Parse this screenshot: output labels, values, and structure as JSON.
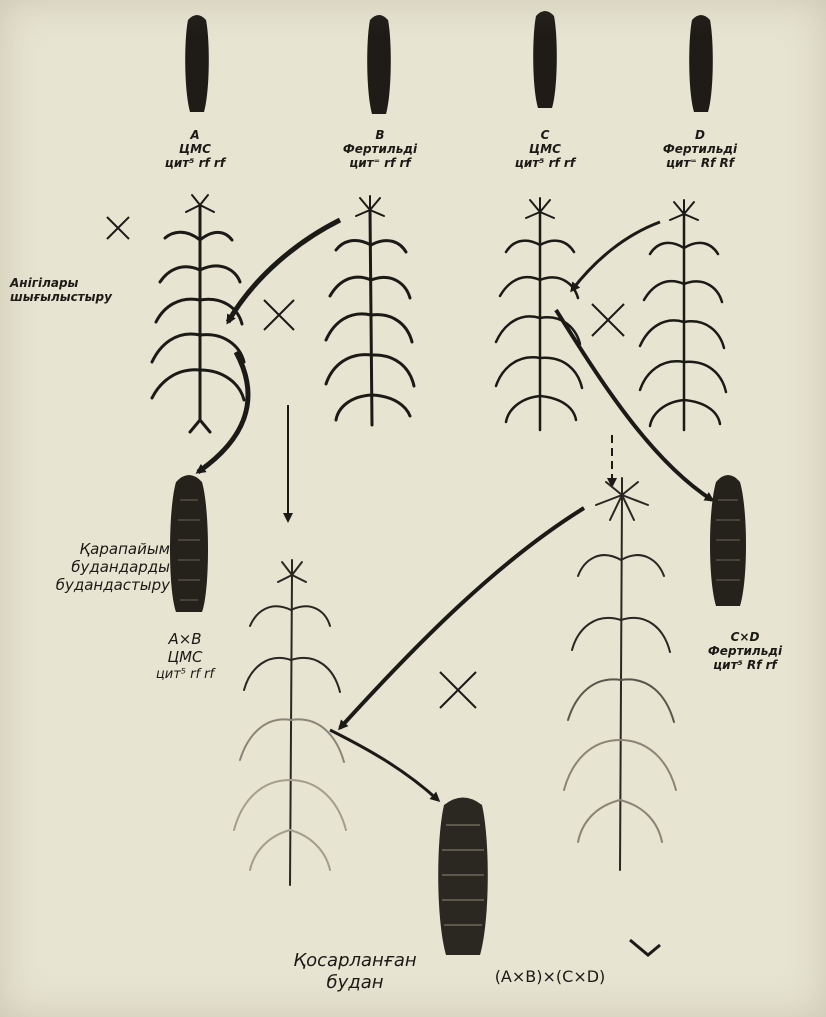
{
  "parents": [
    {
      "letter": "A",
      "type": "ЦМС",
      "genotype": "цит⁵ rf rf"
    },
    {
      "letter": "B",
      "type": "Фертильді",
      "genotype": "цит⁼ rf rf"
    },
    {
      "letter": "C",
      "type": "ЦМС",
      "genotype": "цит⁵ rf rf"
    },
    {
      "letter": "D",
      "type": "Фертильді",
      "genotype": "цит⁼ Rf Rf"
    }
  ],
  "labels": {
    "detasseling": [
      "Анігілары",
      "шығылыстыру"
    ],
    "simple_hybrid": [
      "Қарапайым",
      "будандарды",
      "будандастыру"
    ],
    "ab_cross": "A×B",
    "ab_type": "ЦМС",
    "ab_genotype": "цит⁵ rf rf",
    "cd_cross": "C×D",
    "cd_type": "Фертильді",
    "cd_genotype": "цит⁵ Rf rf",
    "double_hybrid": [
      "Қосарланған",
      "будан"
    ],
    "double_formula": "(A×B)×(C×D)"
  },
  "symbols": {
    "cross": "×"
  },
  "colors": {
    "ink": "#1c1a16",
    "background": "#e7e4d2"
  }
}
